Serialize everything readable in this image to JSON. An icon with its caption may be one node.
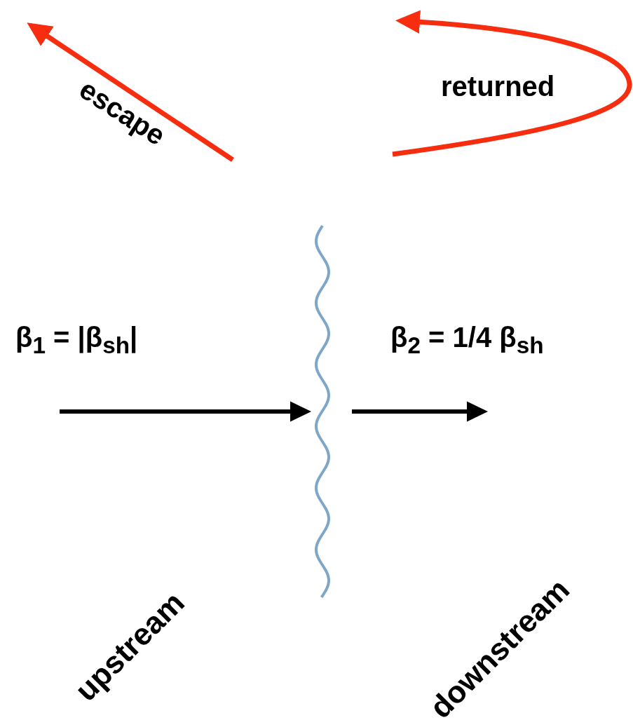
{
  "diagram": {
    "labels": [
      "escape",
      "returned",
      "β$_{1}$ = |β$_{sh}$|",
      "β$_{2}$ = 1/4 β$_{sh}$",
      "upstream",
      "downstream"
    ]
  }
}
